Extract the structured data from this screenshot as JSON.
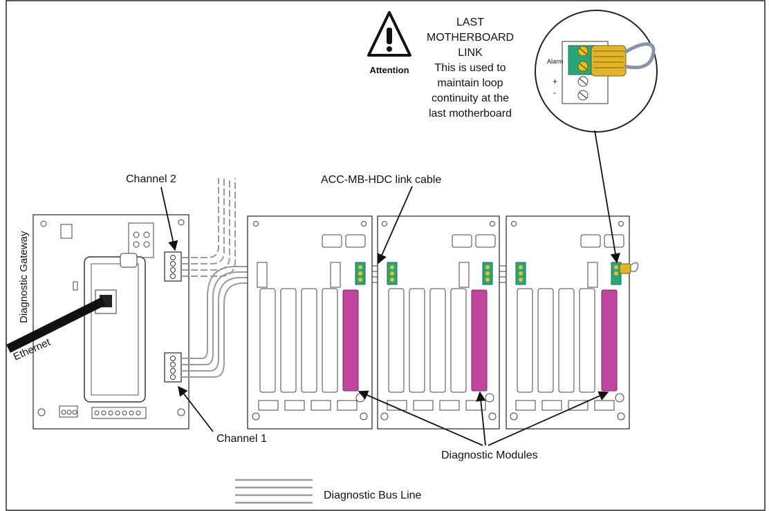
{
  "labels": {
    "attention": "Attention",
    "last_link_title_1": "LAST",
    "last_link_title_2": "MOTHERBOARD",
    "last_link_title_3": "LINK",
    "last_link_desc_1": "This is used to",
    "last_link_desc_2": "maintain loop",
    "last_link_desc_3": "continuity at the",
    "last_link_desc_4": "last motherboard",
    "alarm": "Alarm",
    "plus": "+",
    "minus": "-",
    "channel_2": "Channel 2",
    "channel_1": "Channel 1",
    "link_cable": "ACC-MB-HDC link cable",
    "gateway": "Diagnostic Gateway",
    "ethernet": "Ethernet",
    "modules": "Diagnostic Modules",
    "bus_line": "Diagnostic Bus Line"
  },
  "colors": {
    "module_highlight": "#c0459f",
    "connector_green": "#2aa57a",
    "connector_yellow": "#e8c21c",
    "bus_line": "#9a9a9a",
    "outline": "#333333"
  }
}
